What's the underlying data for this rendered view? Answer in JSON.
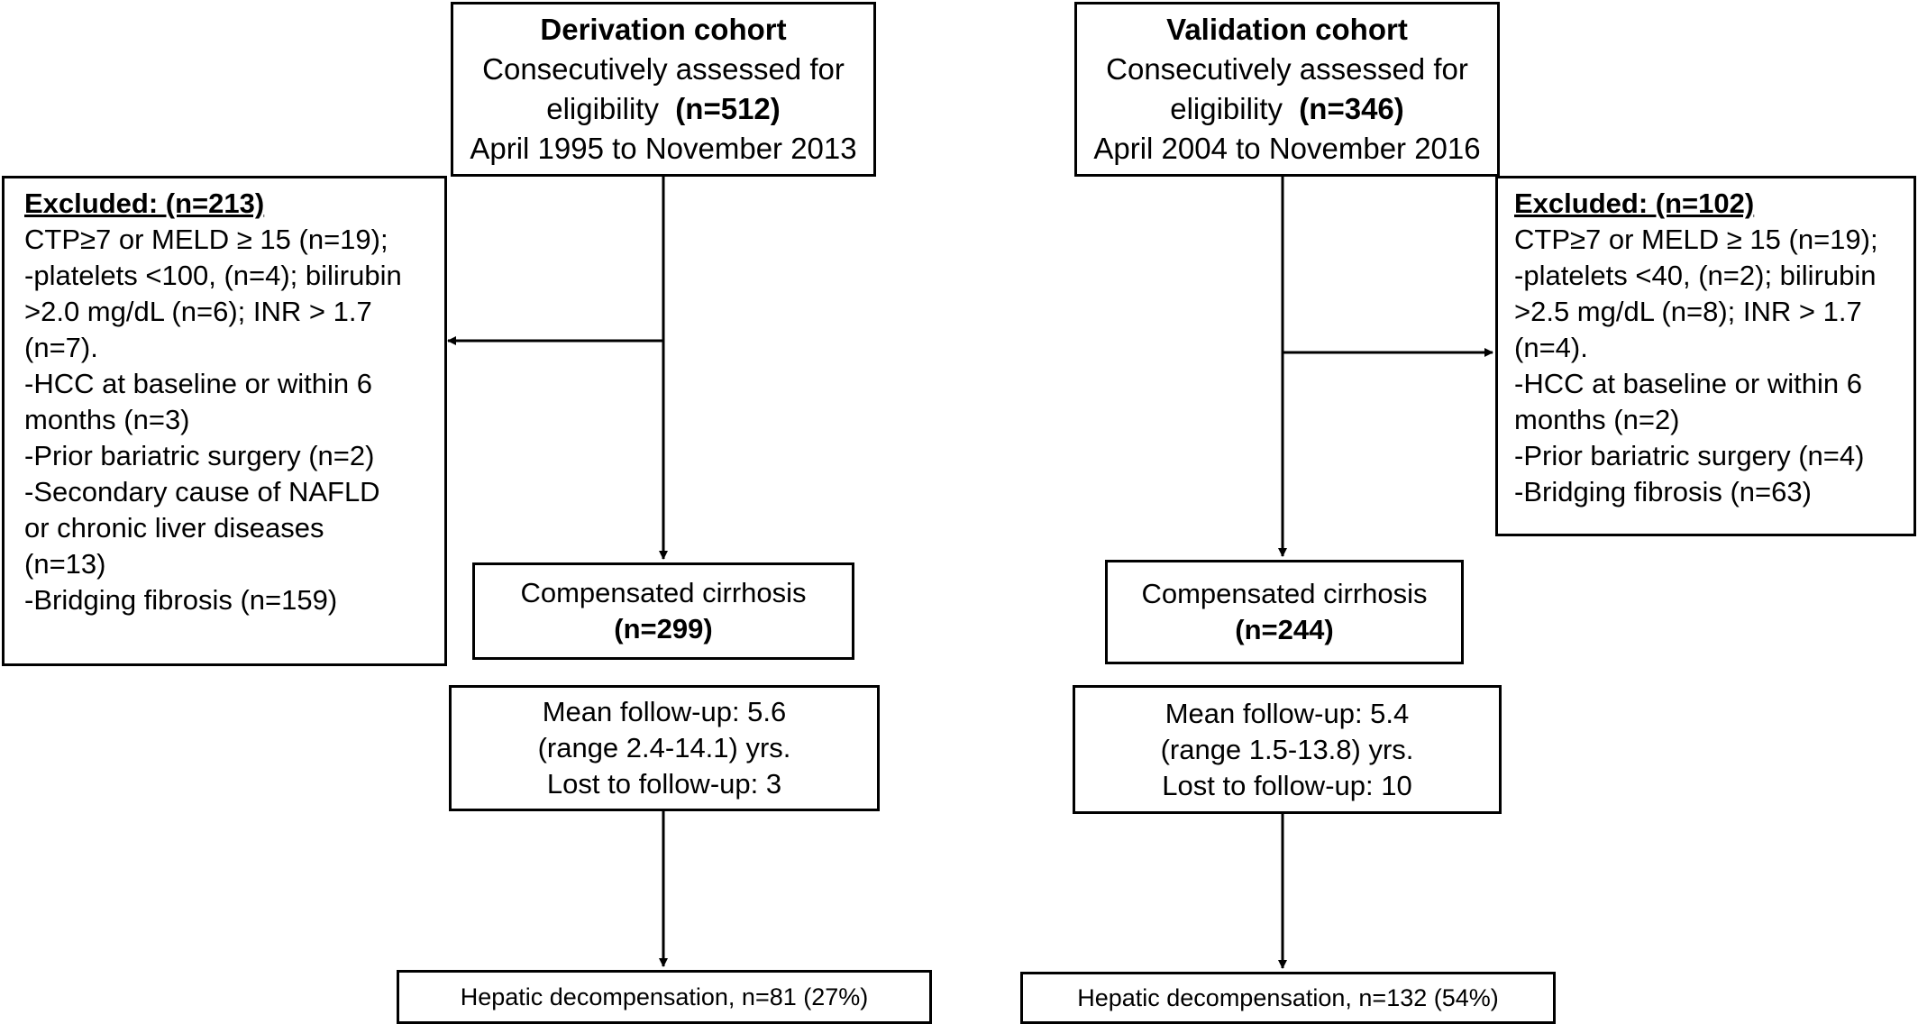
{
  "derivation": {
    "title": "Derivation cohort",
    "assessed_line1": "Consecutively assessed for",
    "assessed_line2_prefix": "eligibility",
    "assessed_n": "(n=512)",
    "period": "April 1995 to November 2013",
    "excluded": {
      "heading": "Excluded: (n=213)",
      "lines": [
        "CTP≥7 or MELD ≥ 15 (n=19);",
        "-platelets <100, (n=4); bilirubin",
        ">2.0 mg/dL (n=6); INR > 1.7",
        "(n=7).",
        "-HCC at baseline or within 6",
        "months (n=3)",
        "-Prior bariatric surgery (n=2)",
        "-Secondary cause of NAFLD",
        "or chronic liver diseases",
        "(n=13)",
        "-Bridging fibrosis (n=159)"
      ]
    },
    "cirrhosis_label": "Compensated cirrhosis",
    "cirrhosis_n": "(n=299)",
    "followup_lines": [
      "Mean follow-up: 5.6",
      "(range 2.4-14.1) yrs.",
      "Lost to follow-up: 3"
    ],
    "outcome": "Hepatic decompensation, n=81 (27%)"
  },
  "validation": {
    "title": "Validation cohort",
    "assessed_line1": "Consecutively assessed for",
    "assessed_line2_prefix": "eligibility",
    "assessed_n": "(n=346)",
    "period": "April 2004 to November 2016",
    "excluded": {
      "heading": "Excluded: (n=102)",
      "lines": [
        "CTP≥7 or MELD ≥ 15 (n=19);",
        "-platelets <40, (n=2); bilirubin",
        ">2.5 mg/dL (n=8); INR > 1.7",
        "(n=4).",
        "-HCC at baseline or within 6",
        "months (n=2)",
        "-Prior bariatric surgery (n=4)",
        "-Bridging fibrosis (n=63)"
      ]
    },
    "cirrhosis_label": "Compensated cirrhosis",
    "cirrhosis_n": "(n=244)",
    "followup_lines": [
      "Mean follow-up: 5.4",
      "(range 1.5-13.8) yrs.",
      "Lost to follow-up: 10"
    ],
    "outcome": "Hepatic decompensation, n=132 (54%)"
  }
}
